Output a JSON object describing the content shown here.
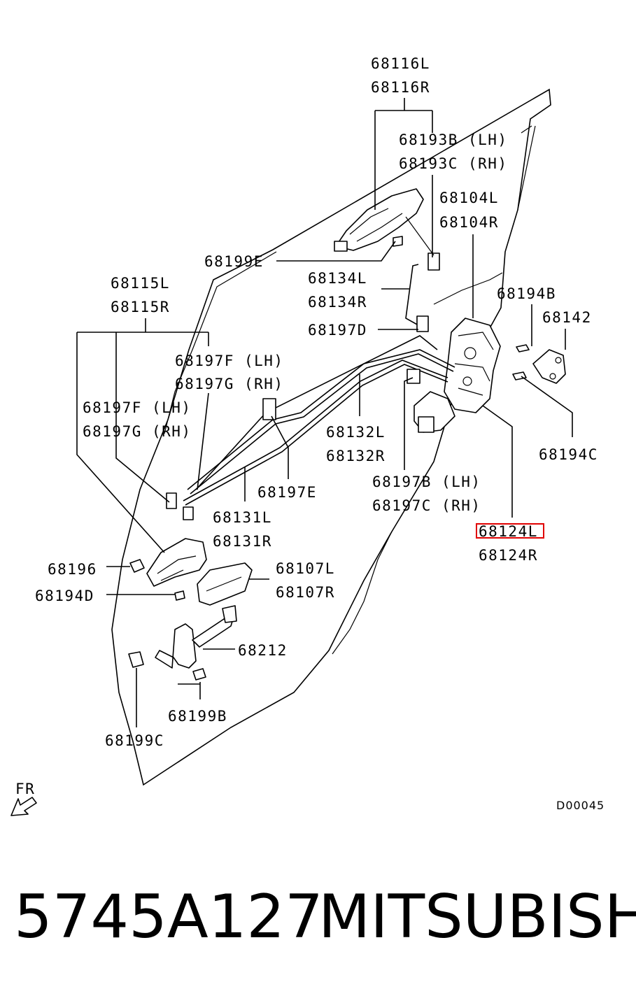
{
  "labels": {
    "l68116L": "68116L",
    "l68116R": "68116R",
    "l68193B": "68193B (LH)",
    "l68193C": "68193C (RH)",
    "l68104L": "68104L",
    "l68104R": "68104R",
    "l68199E": "68199E",
    "l68134L": "68134L",
    "l68134R": "68134R",
    "l68115L": "68115L",
    "l68115R": "68115R",
    "l68194B": "68194B",
    "l68142": "68142",
    "l68197D": "68197D",
    "l68197F_a": "68197F (LH)",
    "l68197G_a": "68197G (RH)",
    "l68197F_b": "68197F (LH)",
    "l68197G_b": "68197G (RH)",
    "l68132L": "68132L",
    "l68132R": "68132R",
    "l68194C": "68194C",
    "l68197E": "68197E",
    "l68197B": "68197B (LH)",
    "l68197C": "68197C (RH)",
    "l68131L": "68131L",
    "l68131R": "68131R",
    "l68124L": "68124L",
    "l68124R": "68124R",
    "l68196": "68196",
    "l68107L": "68107L",
    "l68194D": "68194D",
    "l68107R": "68107R",
    "l68212": "68212",
    "l68199B": "68199B",
    "l68199C": "68199C",
    "fr": "FR",
    "code": "D00045"
  },
  "footer": {
    "part_number": "5745A127",
    "brand": "MITSUBISHI"
  },
  "colors": {
    "highlight": "#e00000"
  }
}
